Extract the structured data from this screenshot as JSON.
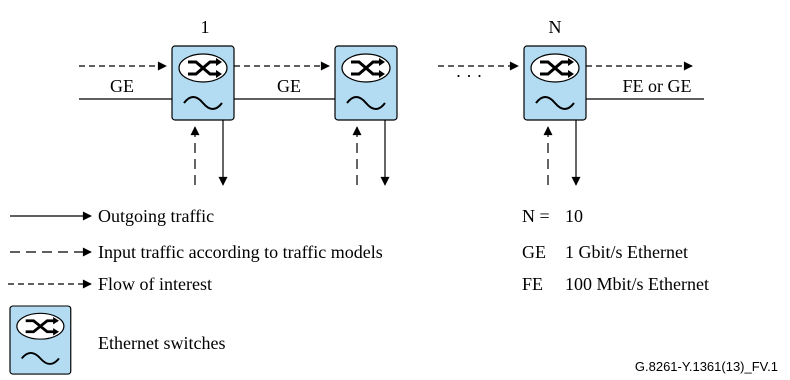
{
  "switch_labels": {
    "first": "1",
    "last": "N"
  },
  "links": {
    "link_1": "GE",
    "link_2": "GE",
    "ellipsis": "· · ·",
    "link_out": "FE or GE"
  },
  "legend": {
    "outgoing": "Outgoing traffic",
    "input": "Input traffic according to traffic models",
    "flow": "Flow of interest",
    "switch": "Ethernet switches"
  },
  "definitions": [
    {
      "term": "N =",
      "value": "10"
    },
    {
      "term": "GE",
      "value": "1 Gbit/s Ethernet"
    },
    {
      "term": "FE",
      "value": "100 Mbit/s Ethernet"
    }
  ],
  "figure_ref": "G.8261-Y.1361(13)_FV.1",
  "colors": {
    "switch_fill": "#b3dcf2",
    "switch_oval": "#ffffff",
    "line": "#000000"
  },
  "icons": {
    "switch": "ethernet-switch-icon",
    "crossover": "crossover-arrows-icon",
    "sine": "sine-wave-icon"
  }
}
